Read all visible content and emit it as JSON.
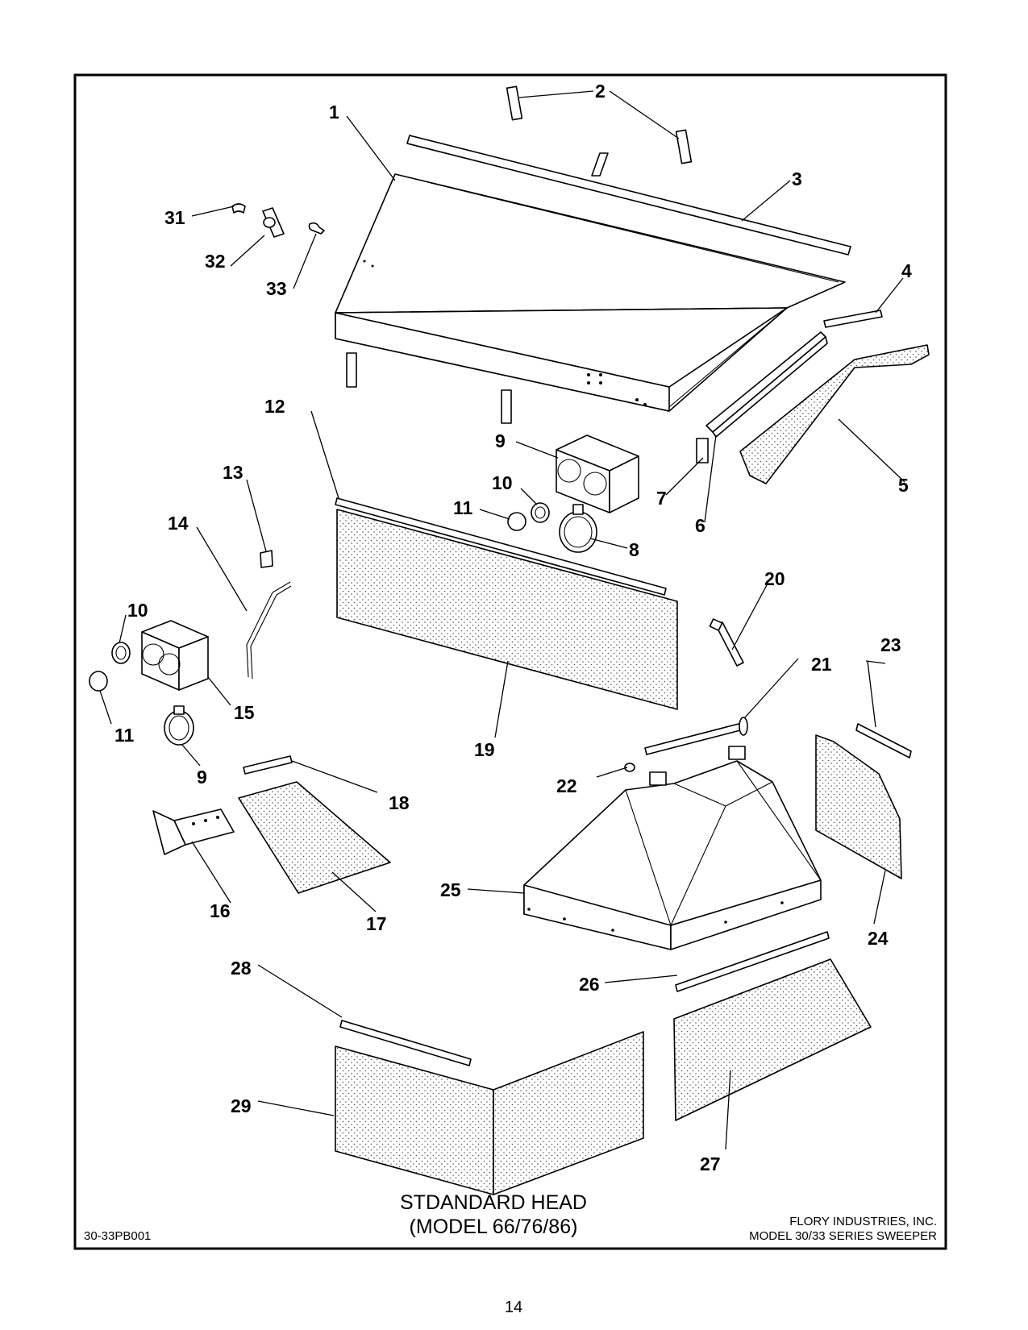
{
  "drawing": {
    "title_line1": "STDANDARD HEAD",
    "title_line2": "(MODEL 66/76/86)",
    "drawing_number": "30-33PB001",
    "company": "FLORY INDUSTRIES, INC.",
    "series": "MODEL 30/33 SERIES SWEEPER"
  },
  "page_number": "14",
  "callouts": {
    "c1": "1",
    "c2": "2",
    "c3": "3",
    "c4": "4",
    "c5": "5",
    "c6": "6",
    "c7": "7",
    "c8": "8",
    "c9a": "9",
    "c9b": "9",
    "c10a": "10",
    "c10b": "10",
    "c11a": "11",
    "c11b": "11",
    "c12": "12",
    "c13": "13",
    "c14": "14",
    "c15": "15",
    "c16": "16",
    "c17": "17",
    "c18": "18",
    "c19": "19",
    "c20": "20",
    "c21": "21",
    "c22": "22",
    "c23": "23",
    "c24": "24",
    "c25": "25",
    "c26": "26",
    "c27": "27",
    "c28": "28",
    "c29": "29",
    "c31": "31",
    "c32": "32",
    "c33": "33"
  }
}
